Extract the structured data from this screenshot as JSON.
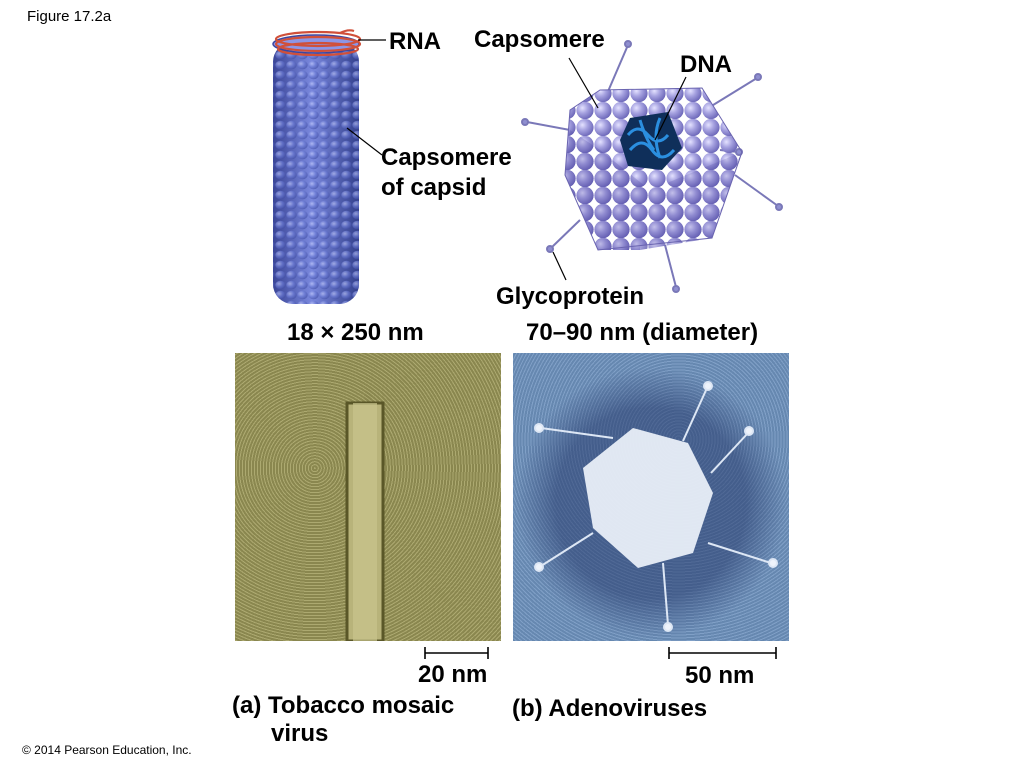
{
  "figure_label": "Figure 17.2a",
  "copyright": "© 2014 Pearson Education, Inc.",
  "tmv": {
    "rna_label": "RNA",
    "capsomere_label_line1": "Capsomere",
    "capsomere_label_line2": "of capsid",
    "size_label": "18 × 250 nm",
    "scale_label": "20 nm",
    "caption_line1": "(a) Tobacco mosaic",
    "caption_line2": "virus"
  },
  "adeno": {
    "capsomere_label": "Capsomere",
    "dna_label": "DNA",
    "glycoprotein_label": "Glycoprotein",
    "size_label": "70–90 nm (diameter)",
    "scale_label": "50 nm",
    "caption": "(b) Adenoviruses"
  },
  "colors": {
    "capsid_blue": "#6f7fd0",
    "capsid_lavender": "#a9a3e0",
    "rna_red": "#d0503a",
    "dna_blue": "#1b5fa8",
    "micrograph_olive": "#9a9658",
    "micrograph_blue": "#4f78a8"
  }
}
